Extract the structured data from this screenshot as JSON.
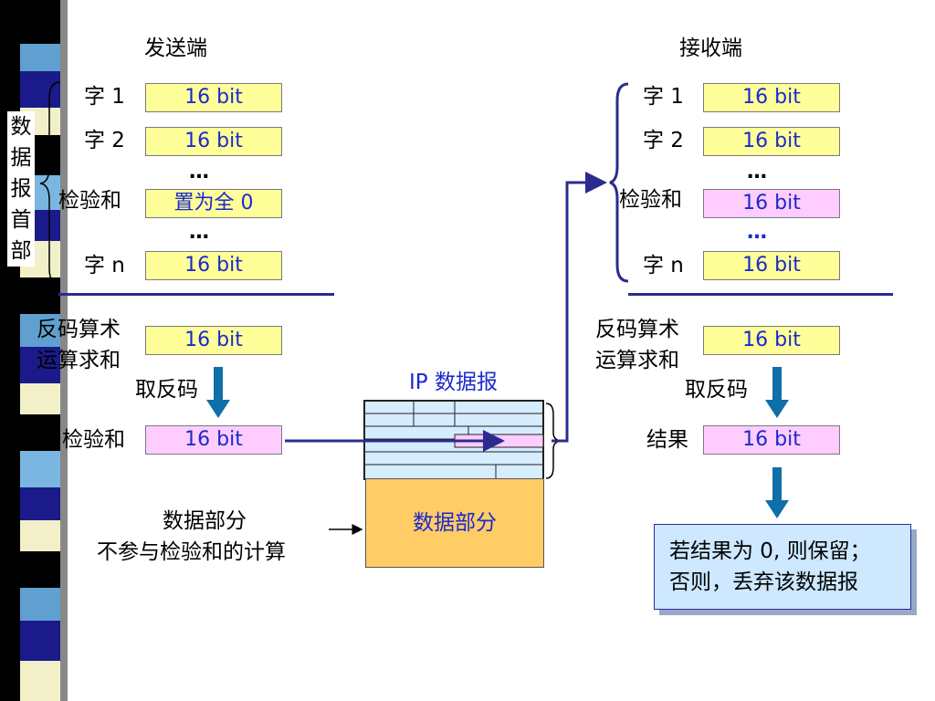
{
  "sender": {
    "title": "发送端",
    "header_side_label": "数据报首部",
    "rows": [
      {
        "label": "字 1",
        "value": "16 bit"
      },
      {
        "label": "字 2",
        "value": "16 bit"
      },
      {
        "label": "检验和",
        "value": "置为全 0"
      },
      {
        "label": "字 n",
        "value": "16 bit"
      }
    ],
    "ellipsis_1": "…",
    "ellipsis_2": "…",
    "sum_label_line1": "反码算术",
    "sum_label_line2": "运算求和",
    "sum_value": "16 bit",
    "invert_label": "取反码",
    "checksum_label": "检验和",
    "checksum_value": "16 bit",
    "data_note_line1": "数据部分",
    "data_note_line2": "不参与检验和的计算"
  },
  "datagram": {
    "title": "IP 数据报",
    "data_part": "数据部分"
  },
  "receiver": {
    "title": "接收端",
    "rows": [
      {
        "label": "字 1",
        "value": "16 bit"
      },
      {
        "label": "字 2",
        "value": "16 bit"
      },
      {
        "label": "检验和",
        "value": "16 bit"
      },
      {
        "label": "字 n",
        "value": "16 bit"
      }
    ],
    "ellipsis_1": "…",
    "ellipsis_2": "…",
    "sum_label_line1": "反码算术",
    "sum_label_line2": "运算求和",
    "sum_value": "16 bit",
    "invert_label": "取反码",
    "result_label": "结果",
    "result_value": "16 bit",
    "decision_line1": "若结果为 0, 则保留；",
    "decision_line2": "否则，丢弃该数据报"
  },
  "colors": {
    "word_fill": "#ffff99",
    "checksum_fill": "#ffccff",
    "data_part_fill": "#ffcc66",
    "datagram_header_fill": "#d6ecff",
    "arrow_blue": "#0f6fa8",
    "line_navy": "#2b2b8f",
    "value_text": "#1a2acc"
  }
}
